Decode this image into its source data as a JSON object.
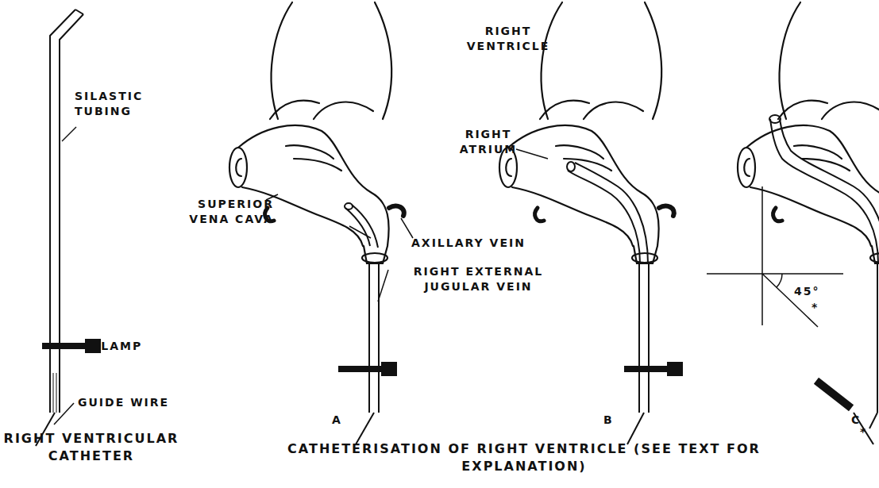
{
  "diagram": {
    "caption": "CATHETERISATION OF RIGHT VENTRICLE (SEE TEXT FOR EXPLANATION)",
    "labels": [
      "SILASTIC TUBING",
      "CLAMP",
      "GUIDE WIRE",
      "RIGHT VENTRICULAR CATHETER",
      "RIGHT VENTRICLE",
      "RIGHT ATRIUM",
      "SUPERIOR VENA CAVA",
      "AXILLARY VEIN",
      "RIGHT EXTERNAL JUGULAR VEIN",
      "A",
      "B",
      "C",
      "45°",
      "*",
      "*"
    ]
  }
}
